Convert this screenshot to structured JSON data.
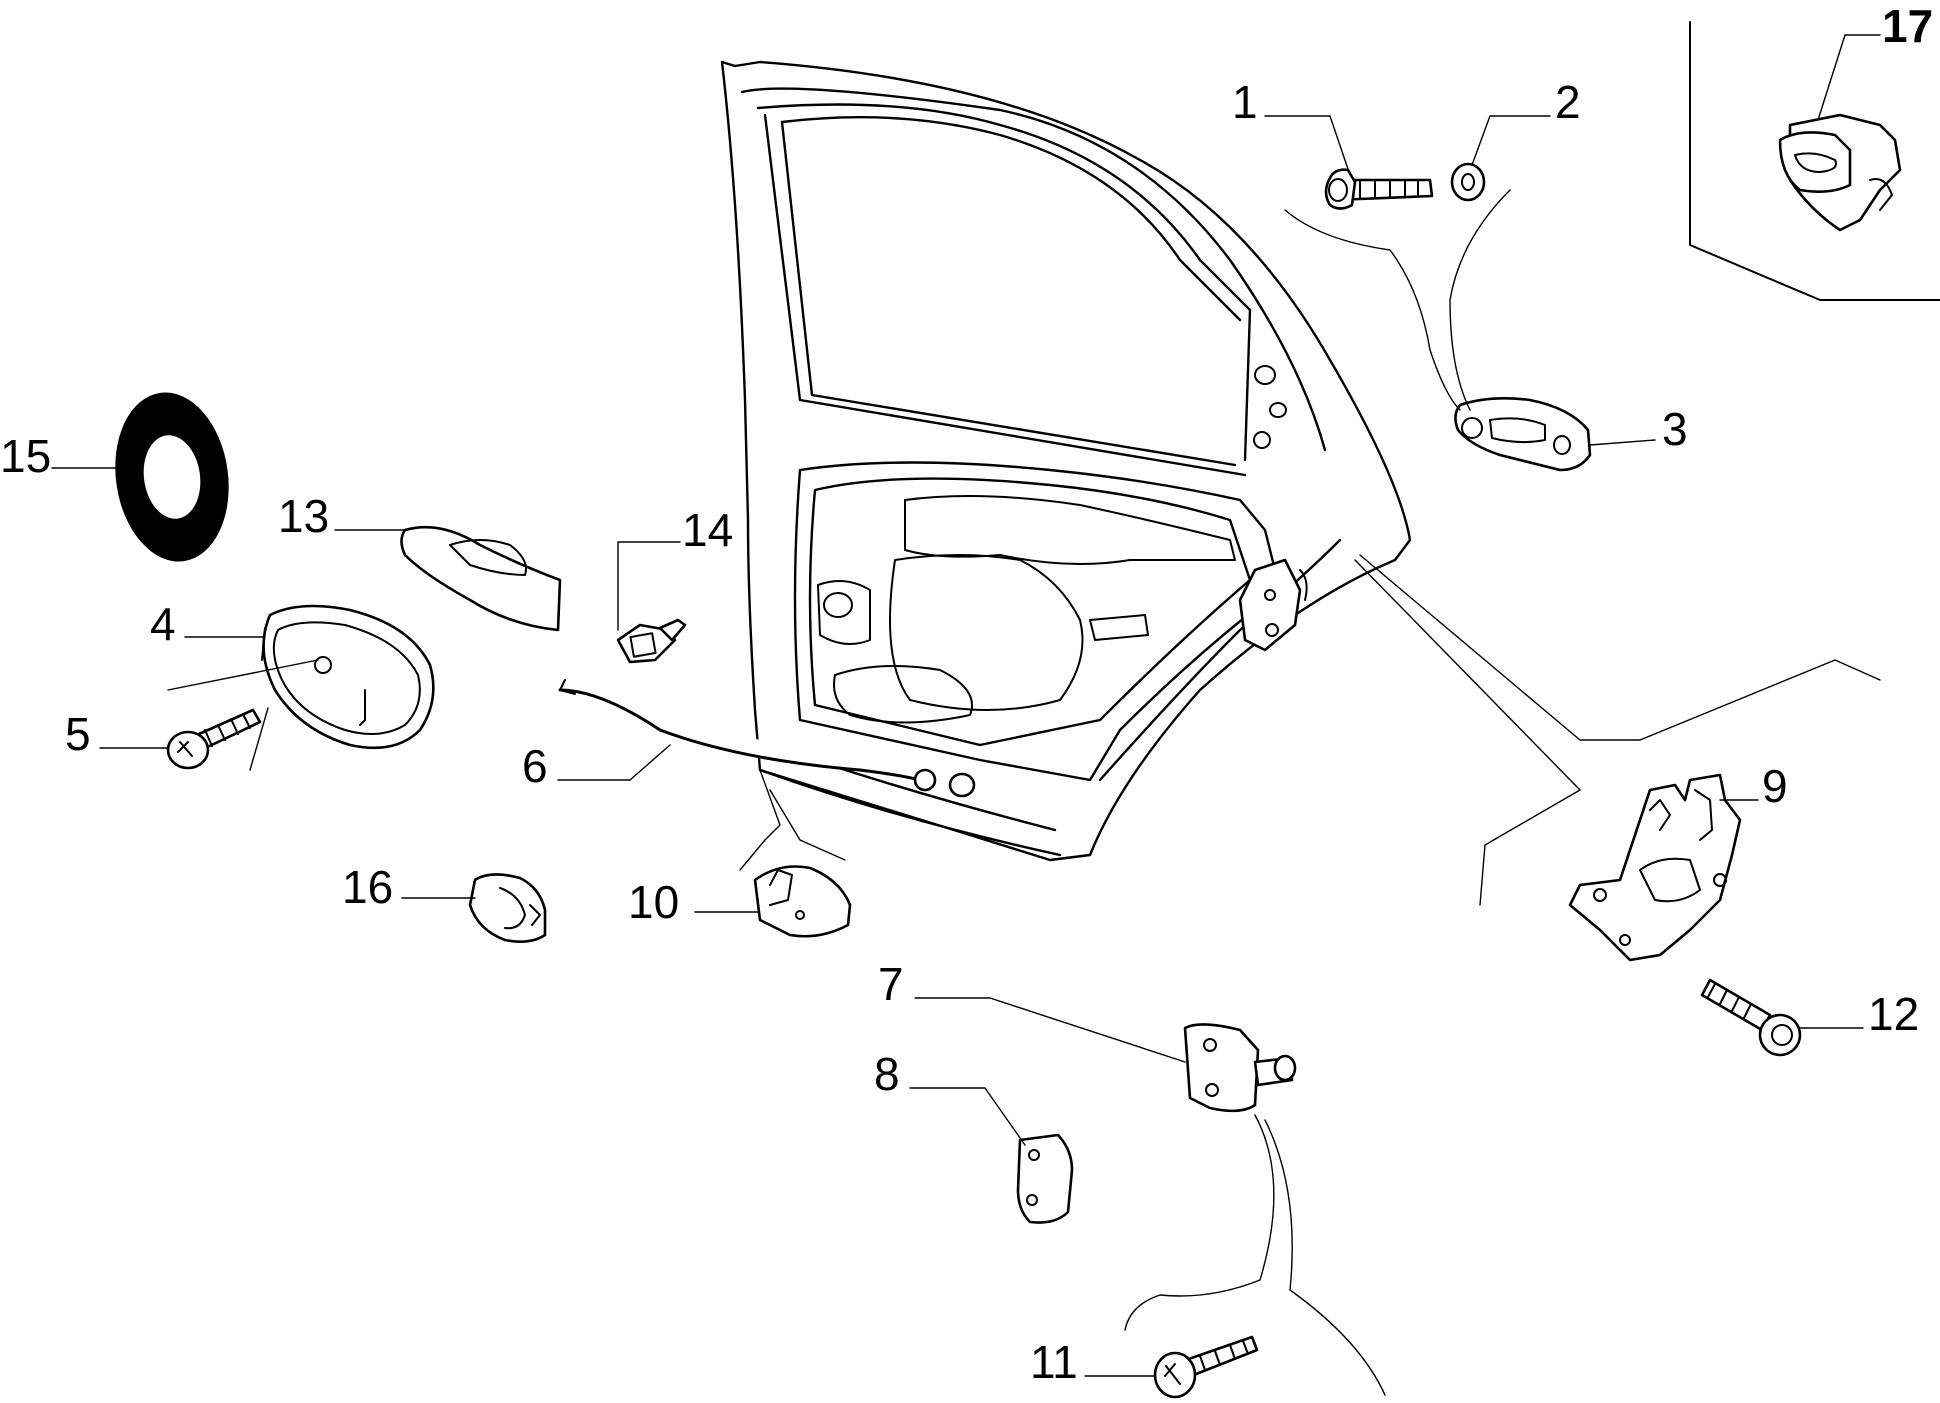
{
  "callouts": [
    {
      "id": "1",
      "label": "1"
    },
    {
      "id": "2",
      "label": "2"
    },
    {
      "id": "3",
      "label": "3"
    },
    {
      "id": "4",
      "label": "4"
    },
    {
      "id": "5",
      "label": "5"
    },
    {
      "id": "6",
      "label": "6"
    },
    {
      "id": "7",
      "label": "7"
    },
    {
      "id": "8",
      "label": "8"
    },
    {
      "id": "9",
      "label": "9"
    },
    {
      "id": "10",
      "label": "10"
    },
    {
      "id": "11",
      "label": "11"
    },
    {
      "id": "12",
      "label": "12"
    },
    {
      "id": "13",
      "label": "13"
    },
    {
      "id": "14",
      "label": "14"
    },
    {
      "id": "15",
      "label": "15"
    },
    {
      "id": "16",
      "label": "16"
    },
    {
      "id": "17",
      "label": "17"
    }
  ],
  "colors": {
    "ink": "#000000",
    "paper": "#ffffff"
  }
}
